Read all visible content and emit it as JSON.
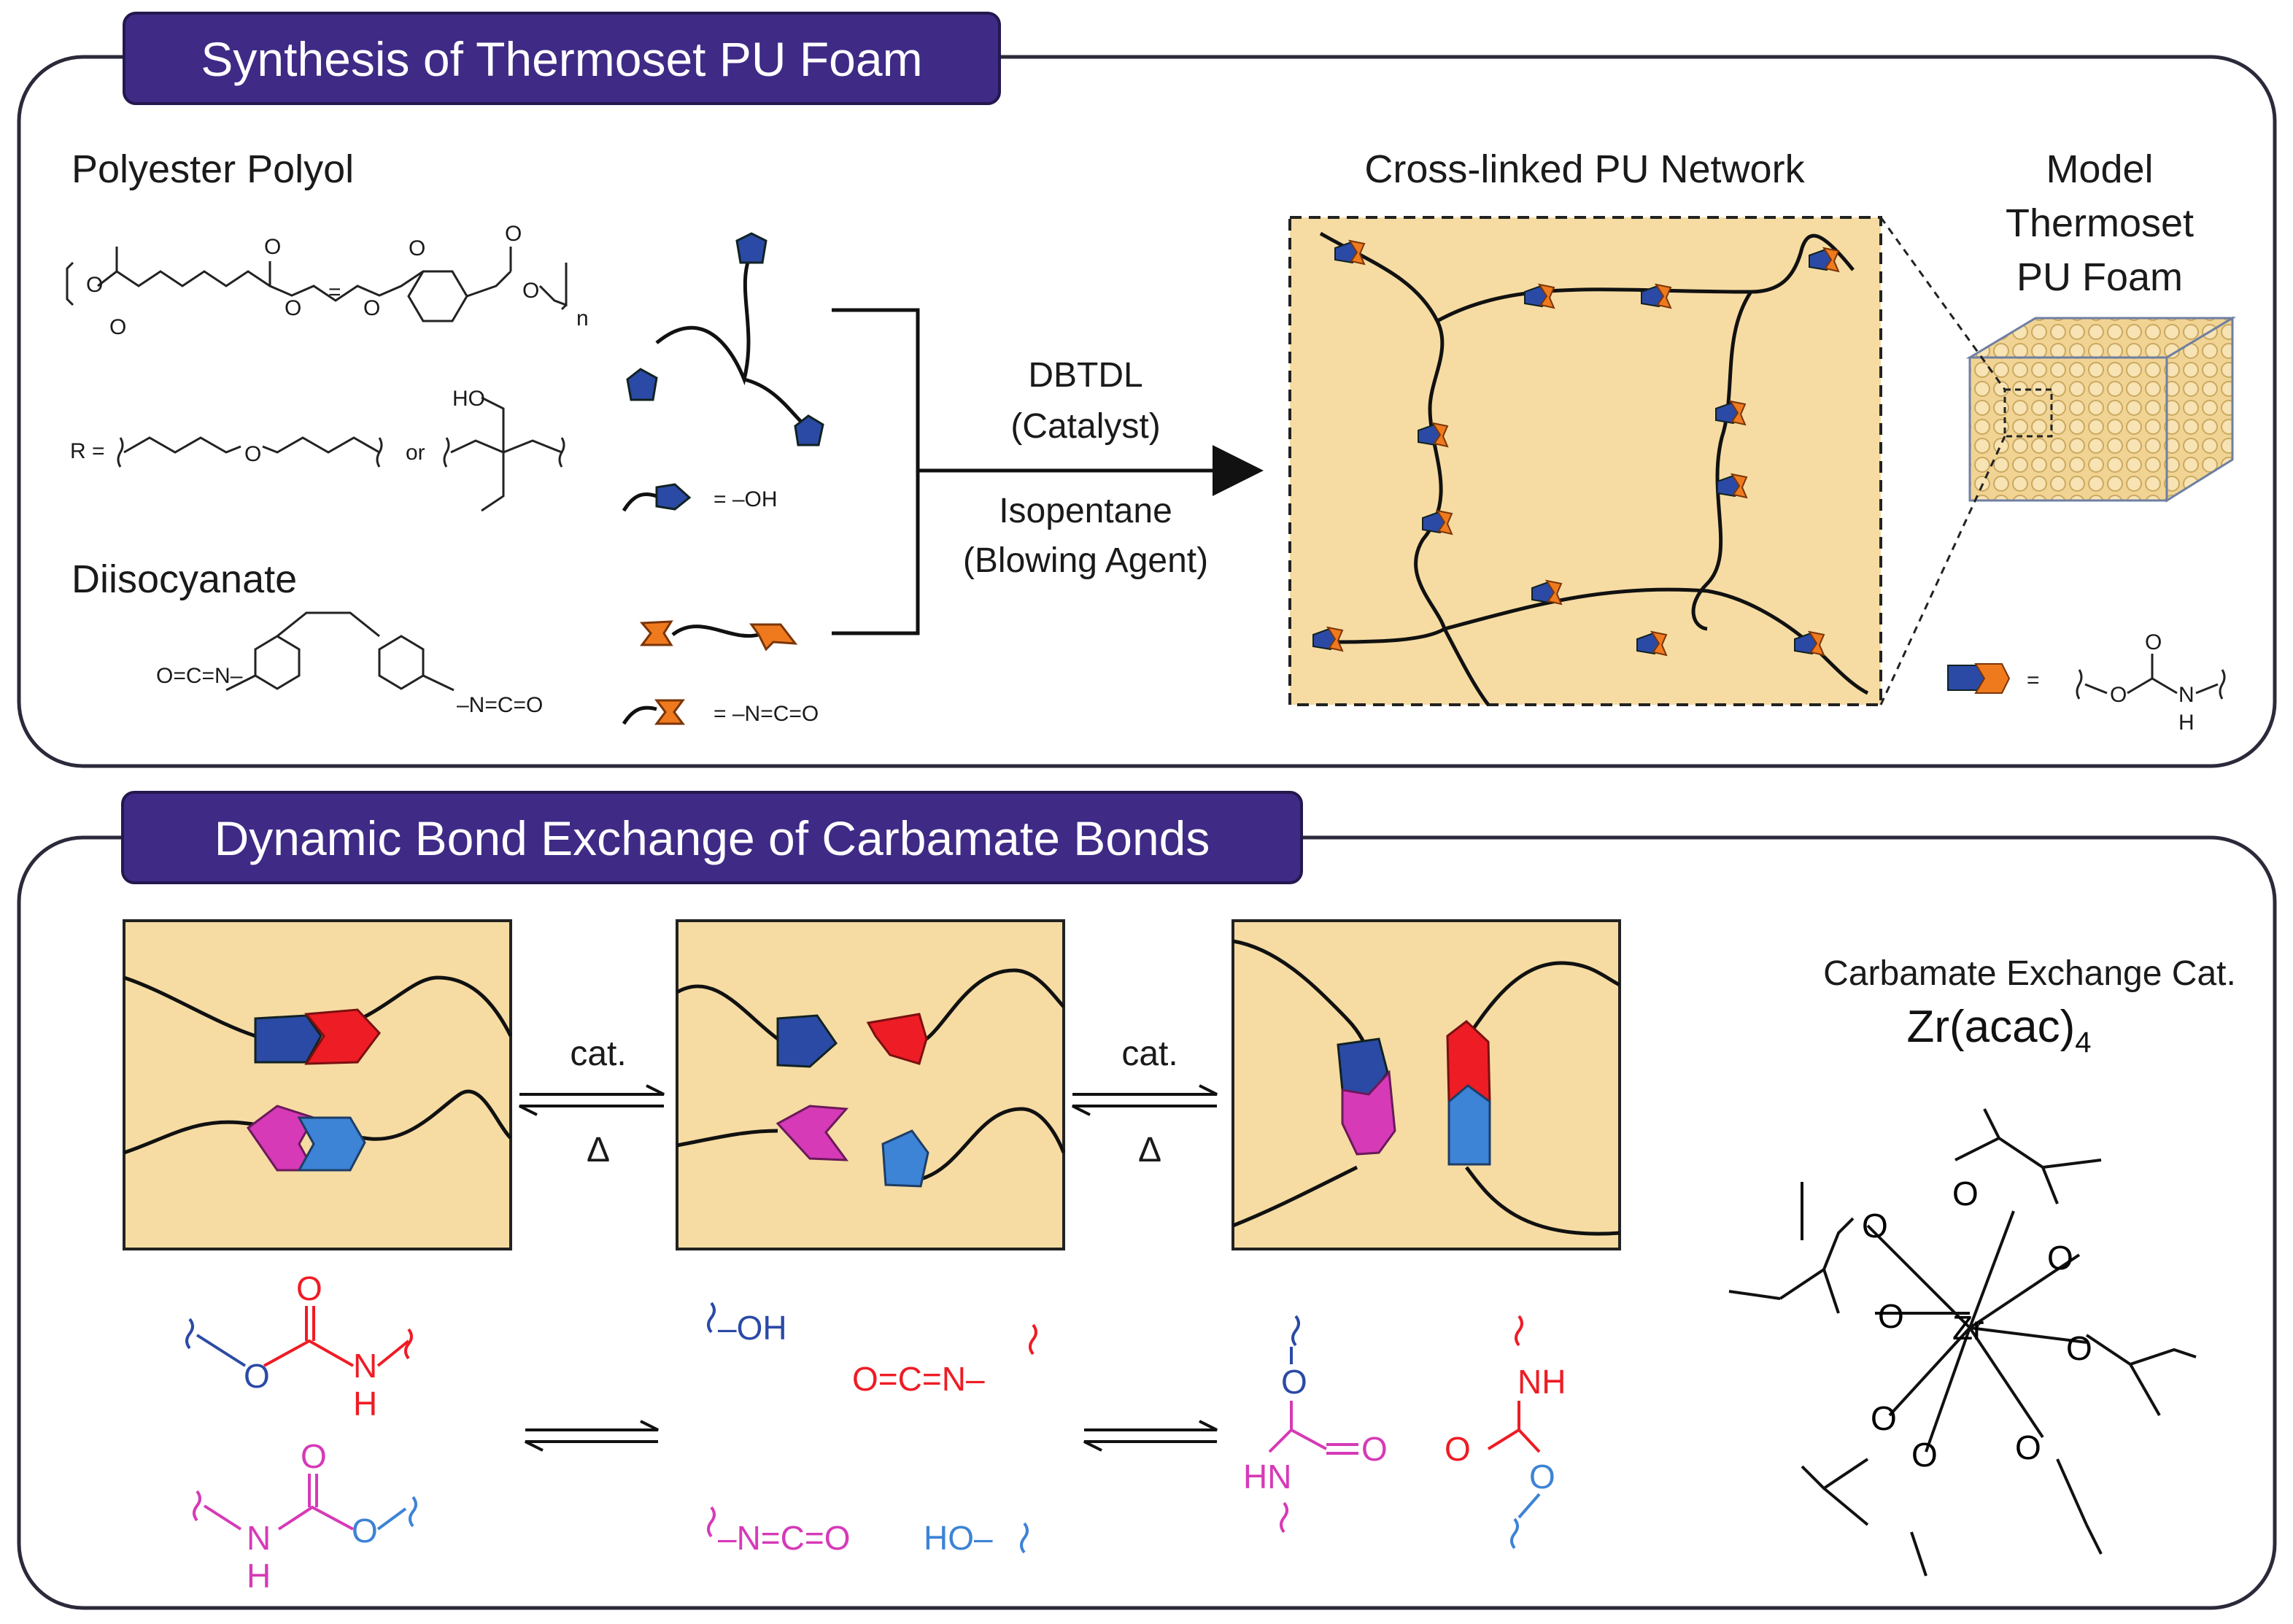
{
  "colors": {
    "panel_title_bg": "#3f2a86",
    "panel_border": "#2a2a3a",
    "network_fill": "#f6dca3",
    "hydroxyl_blue": "#2b4aa6",
    "isocyanate_orange": "#ef7a1e",
    "red": "#ee1c25",
    "magenta": "#d63ab7",
    "light_blue": "#3d83d6"
  },
  "panel1": {
    "title": "Synthesis of Thermoset PU Foam",
    "polyol_label": "Polyester Polyol",
    "diisocyanate_label": "Diisocyanate",
    "r_equals": "R =",
    "or": "or",
    "subscript_n": "n",
    "ho_label": "HO",
    "oh_key": "= –OH",
    "nco_key": "= –N=C=O",
    "catalyst_line1": "DBTDL",
    "catalyst_line2": "(Catalyst)",
    "blowing_line1": "Isopentane",
    "blowing_line2": "(Blowing Agent)",
    "network_title": "Cross-linked PU Network",
    "foam_title_line1": "Model",
    "foam_title_line2": "Thermoset",
    "foam_title_line3": "PU Foam",
    "urethane_equals": "="
  },
  "panel2": {
    "title": "Dynamic Bond Exchange of Carbamate Bonds",
    "cat_label_1": "cat.",
    "delta_label_1": "Δ",
    "cat_label_2": "cat.",
    "delta_label_2": "Δ",
    "zr_title": "Carbamate Exchange Cat.",
    "zr_formula": "Zr(acac)",
    "zr_subscript": "4",
    "zr_center": "Zr"
  },
  "chem": {
    "O": "O",
    "N": "N",
    "C": "C",
    "H": "H",
    "NH": "NH",
    "HN": "HN",
    "OH": "–OH",
    "HO": "HO–",
    "NCO_right": "O=C=N–",
    "NCO_left": "–N=C=O",
    "eq": "="
  }
}
